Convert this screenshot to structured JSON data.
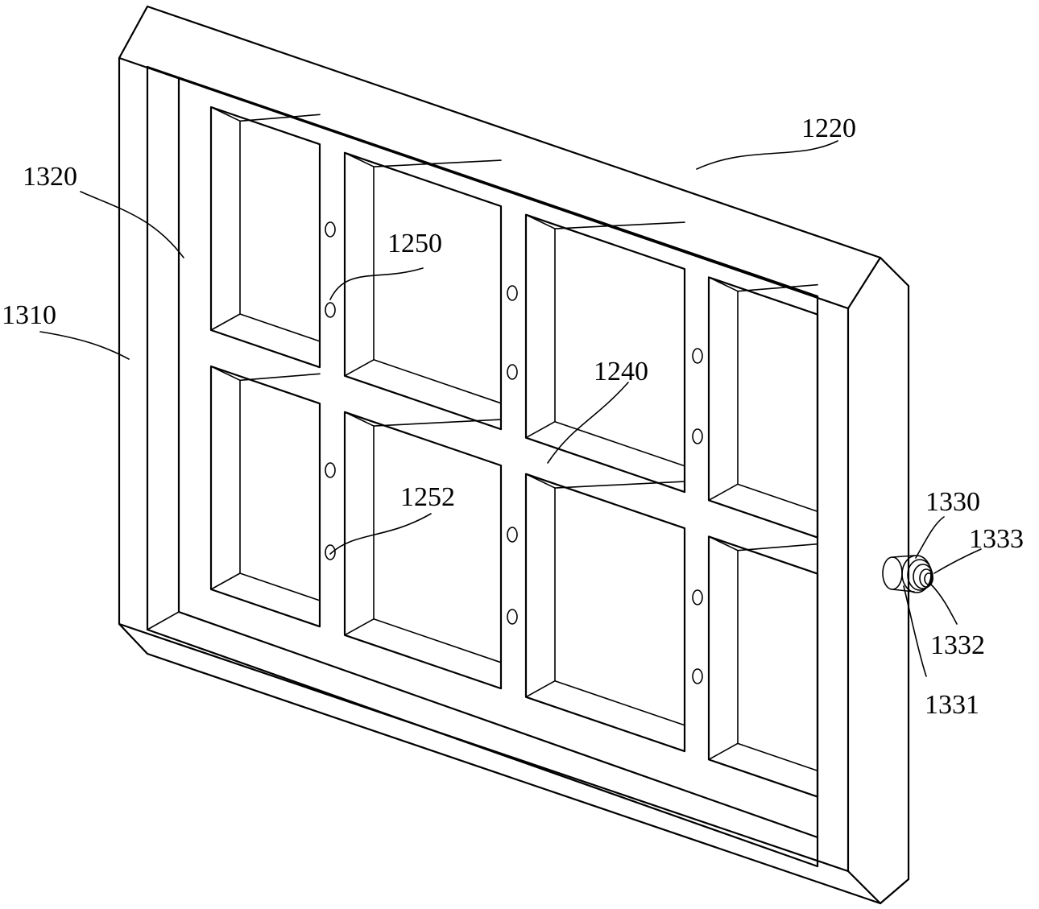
{
  "labels": {
    "l1220": "1220",
    "l1320": "1320",
    "l1310": "1310",
    "l1250": "1250",
    "l1240": "1240",
    "l1252": "1252",
    "l1330": "1330",
    "l1333": "1333",
    "l1332": "1332",
    "l1331": "1331"
  }
}
